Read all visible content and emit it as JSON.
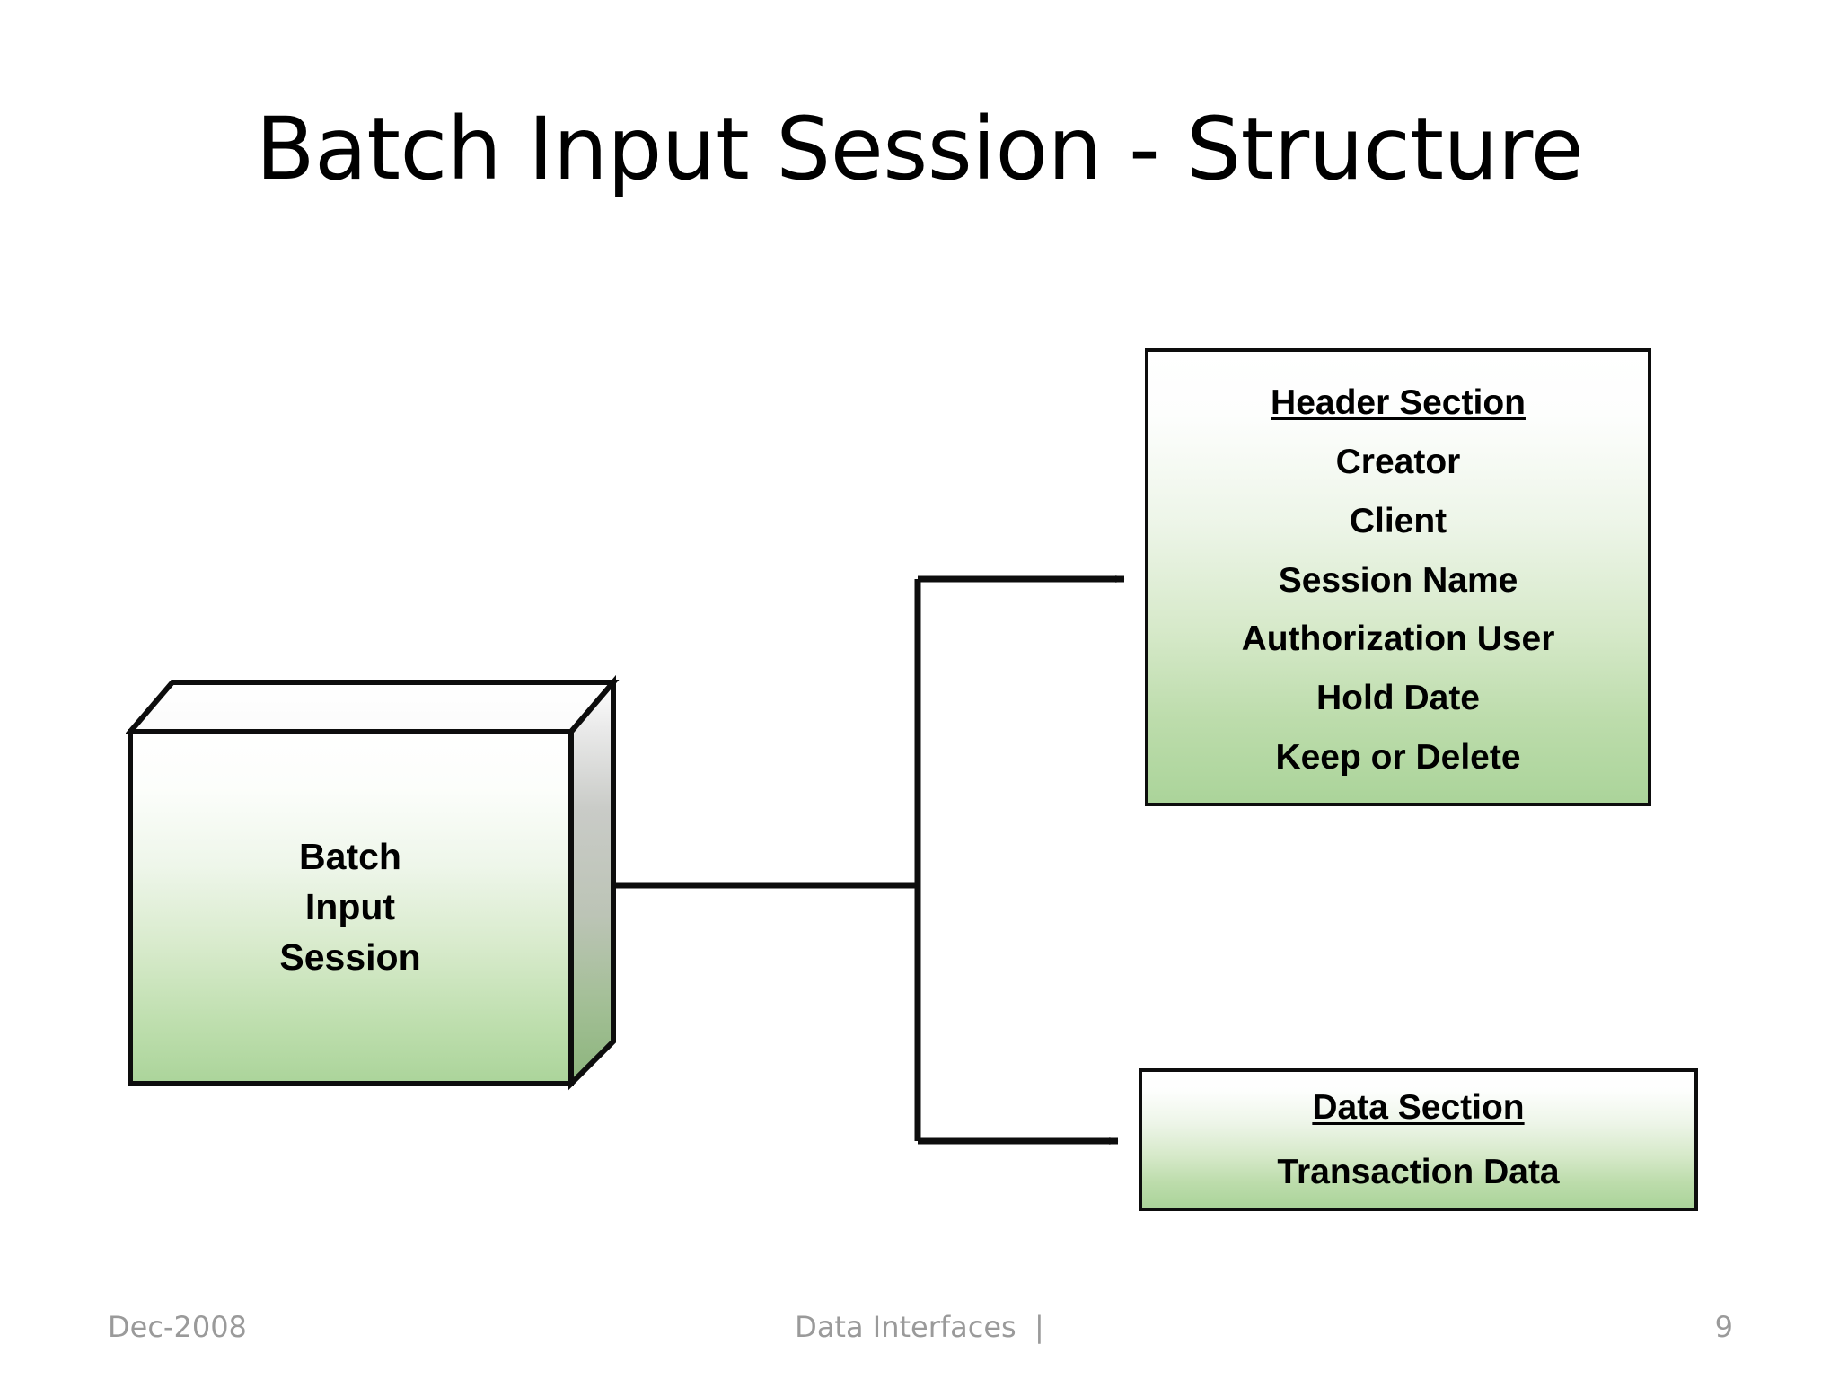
{
  "slide": {
    "title": "Batch Input Session - Structure",
    "page_number": "9"
  },
  "diagram": {
    "source_node": {
      "name": "batch-input-session-cube",
      "shape": "3d-box",
      "lines": [
        "Batch",
        "Input",
        "Session"
      ]
    },
    "header_section": {
      "title": "Header Section",
      "items": [
        "Creator",
        "Client",
        "Session Name",
        "Authorization User",
        "Hold Date",
        "Keep or Delete"
      ]
    },
    "data_section": {
      "title": "Data Section",
      "items": [
        "Transaction Data"
      ]
    },
    "connectors": [
      {
        "from": "batch-input-session-cube",
        "to": "header-section",
        "style": "elbow-arrow"
      },
      {
        "from": "batch-input-session-cube",
        "to": "data-section",
        "style": "elbow-arrow"
      }
    ]
  },
  "footer": {
    "date": "Dec-2008",
    "center": "Data Interfaces  |",
    "page": "9"
  },
  "colors": {
    "accent_green": "#a8d08d",
    "box_outline": "#0d0d0d",
    "footer_text": "#9a9a9a",
    "title_text": "#000000",
    "background": "#ffffff"
  }
}
